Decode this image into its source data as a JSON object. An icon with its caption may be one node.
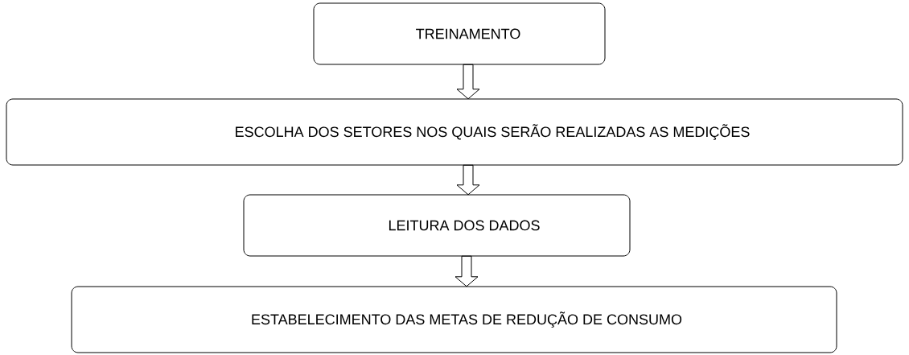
{
  "diagram": {
    "nodes": [
      {
        "text": [
          "TREINAMENTO"
        ]
      },
      {
        "text": [
          "ESCOLHA DOS SETORES NOS QUAIS SERÃO REALIZADAS AS MEDIÇÕES"
        ]
      },
      {
        "text": [
          "LEITURA DOS DADOS"
        ]
      },
      {
        "text": [
          "ESTABELECIMENTO DAS METAS DE REDUÇÃO DE CONSUMO"
        ]
      }
    ],
    "edges": [
      {
        "from": 0,
        "to": 1,
        "arrow": "to"
      },
      {
        "from": 1,
        "to": 2,
        "arrow": "to"
      },
      {
        "from": 2,
        "to": 3,
        "arrow": "to"
      }
    ]
  }
}
